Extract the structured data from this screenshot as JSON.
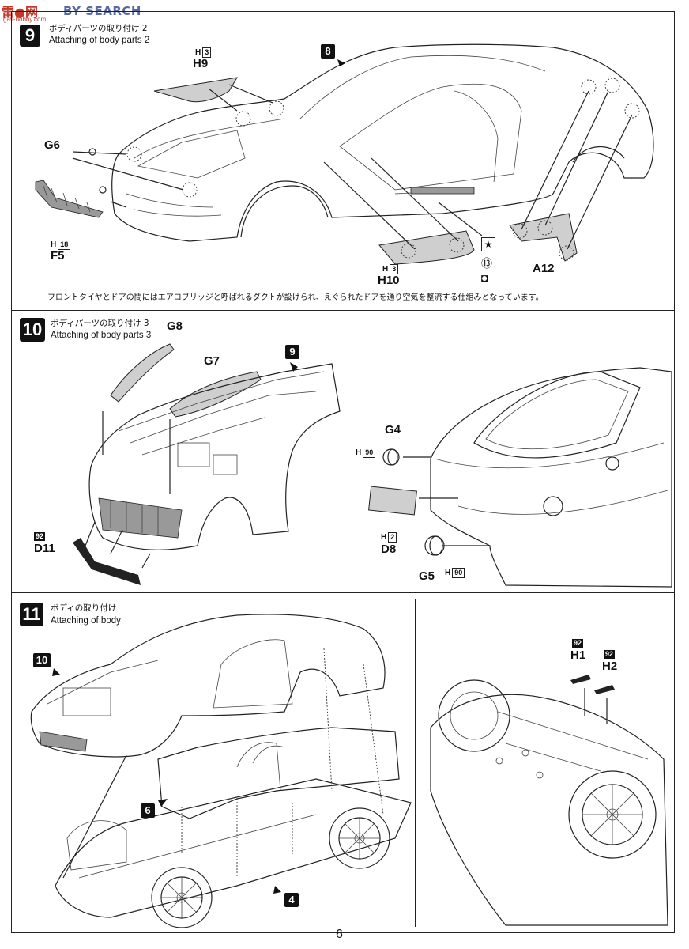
{
  "watermark": {
    "logo": "雷●网",
    "site": "BY SEARCH",
    "url": "gas-hobby.com"
  },
  "page_number": "6",
  "step9": {
    "number": "9",
    "title_jp": "ボディパーツの取り付け 2",
    "title_en": "Attaching of body parts 2",
    "ref": "8",
    "parts": [
      {
        "code": "H9",
        "runner": "H",
        "qty_box": "3"
      },
      {
        "code": "G6",
        "runner": "",
        "qty_box": ""
      },
      {
        "code": "F5",
        "runner": "H",
        "qty_box": "18"
      },
      {
        "code": "H10",
        "runner": "H",
        "qty_box": "3"
      },
      {
        "code": "A12",
        "runner": "",
        "qty_box": ""
      }
    ],
    "paint_marks": [
      "★",
      "⑬",
      "◘"
    ],
    "note_jp": "フロントタイヤとドアの間にはエアロブリッジと呼ばれるダクトが設けられ、えぐられたドアを通り空気を整流する仕組みとなっています。"
  },
  "step10": {
    "number": "10",
    "title_jp": "ボディパーツの取り付け 3",
    "title_en": "Attaching of body parts 3",
    "ref": "9",
    "parts": [
      {
        "code": "G8"
      },
      {
        "code": "G7"
      },
      {
        "code": "D11",
        "badge": "92"
      },
      {
        "code": "G4",
        "runner": "H",
        "qty_box": "90"
      },
      {
        "code": "D8",
        "runner": "H",
        "qty_box": "2"
      },
      {
        "code": "G5",
        "runner": "H",
        "qty_box": "90"
      }
    ]
  },
  "step11": {
    "number": "11",
    "title_jp": "ボディの取り付け",
    "title_en": "Attaching of body",
    "refs": [
      "10",
      "6",
      "4"
    ],
    "parts": [
      {
        "code": "H1",
        "badge": "92"
      },
      {
        "code": "H2",
        "badge": "92"
      }
    ]
  }
}
